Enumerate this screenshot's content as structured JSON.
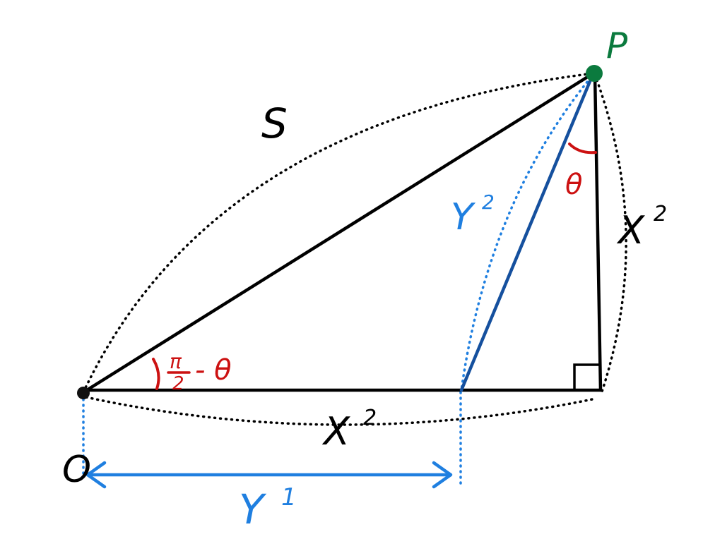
{
  "labels": {
    "point_p": "P",
    "point_o": "O",
    "s": "S",
    "x2_bottom": "X",
    "x2_bottom_sup": "2",
    "x2_right": "X",
    "x2_right_sup": "2",
    "y2": "Y",
    "y2_sup": "2",
    "y1": "Y",
    "y1_sup": "1",
    "theta": "θ",
    "angle_pi": "π",
    "angle_two": "2",
    "angle_rest": "- θ"
  },
  "colors": {
    "black": "#000000",
    "red": "#cc1111",
    "blue": "#1f7fe0",
    "dark_blue": "#15509e",
    "green": "#0b7a3e"
  }
}
